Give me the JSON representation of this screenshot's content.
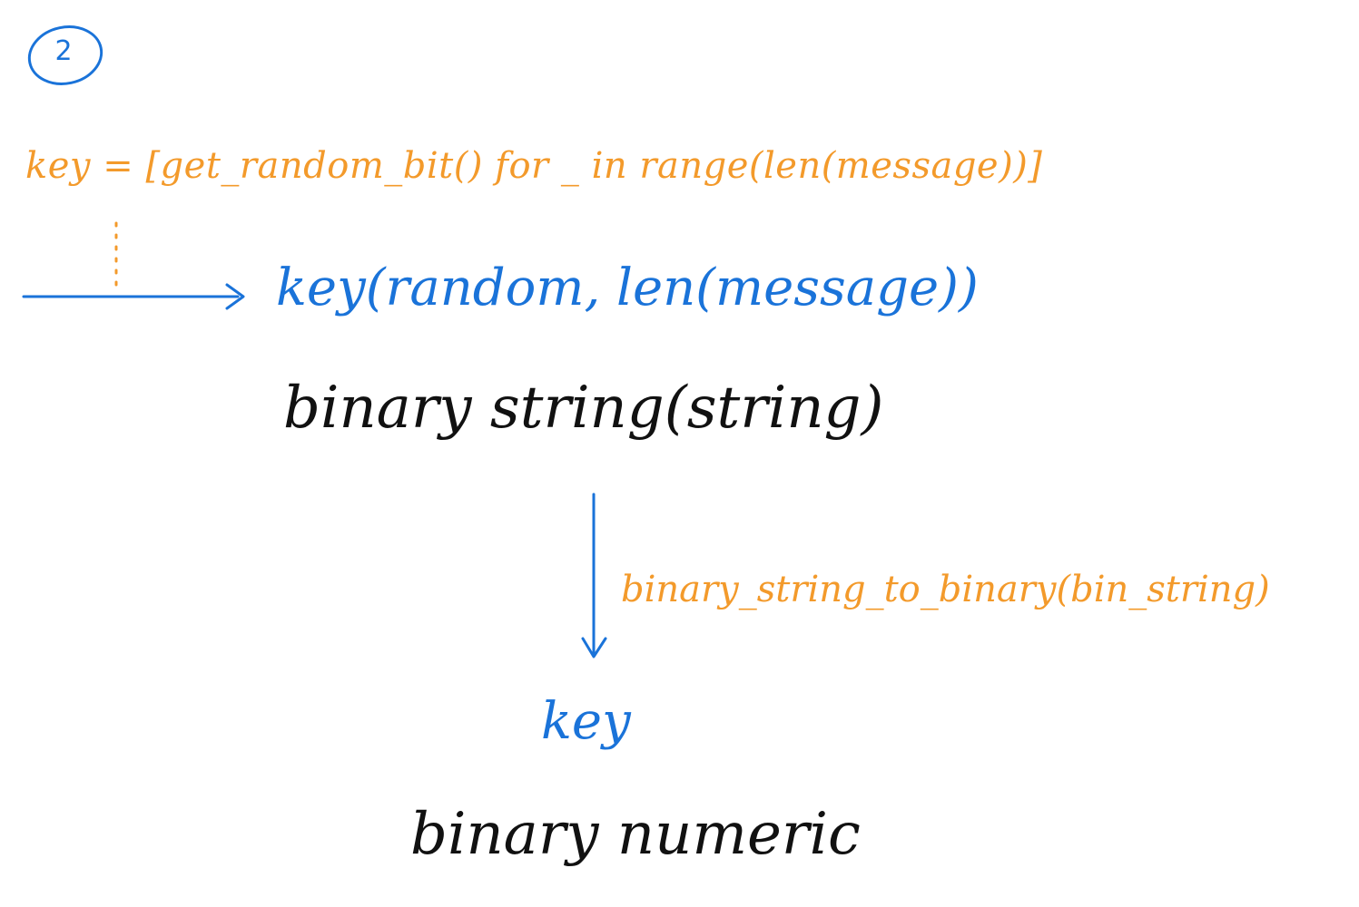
{
  "step": {
    "number": "2"
  },
  "code": {
    "assignment": "key = [get_random_bit() for _ in range(len(message))]"
  },
  "flow": {
    "call": "key(random, len(message))",
    "input_type": "binary string(string)",
    "conversion": "binary_string_to_binary(bin_string)",
    "result_name": "key",
    "output_type": "binary numeric"
  },
  "colors": {
    "code": "#f39a2b",
    "call": "#1a73d9",
    "type_text": "#111111",
    "arrows": "#1a73d9",
    "dotted_connector": "#f39a2b"
  }
}
